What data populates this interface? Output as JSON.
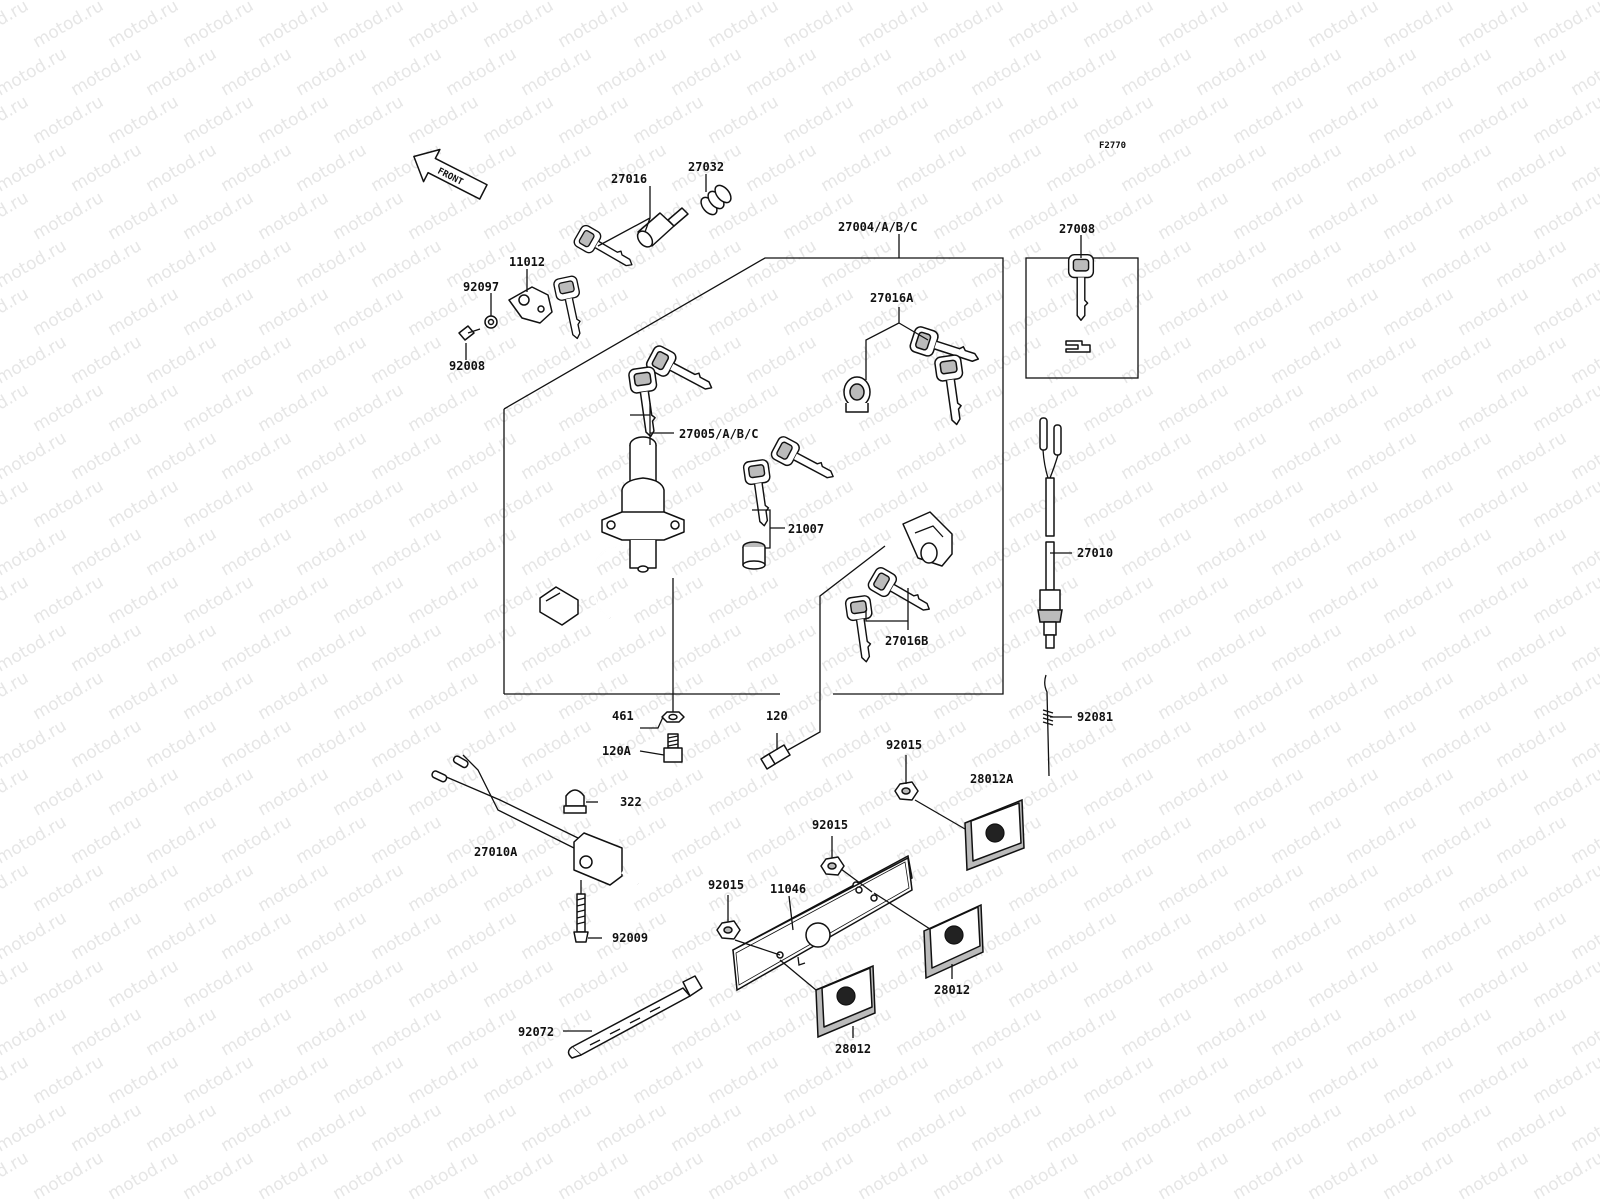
{
  "watermark": "motod.ru",
  "diagram_code": "F2770",
  "front_arrow_label": "FRONT",
  "labels": {
    "p27016": "27016",
    "p27032": "27032",
    "p11012": "11012",
    "p92097": "92097",
    "p92008": "92008",
    "p27004": "27004/A/B/C",
    "p27008": "27008",
    "p27016A": "27016A",
    "p27005": "27005/A/B/C",
    "p21007": "21007",
    "p27016B": "27016B",
    "p27010": "27010",
    "p92081": "92081",
    "p461": "461",
    "p120A": "120A",
    "p120": "120",
    "p92015a": "92015",
    "p28012A": "28012A",
    "p322": "322",
    "p27010A": "27010A",
    "p92015b": "92015",
    "p92015c": "92015",
    "p11046": "11046",
    "p92009": "92009",
    "p28012a": "28012",
    "p28012b": "28012",
    "p92072": "92072"
  }
}
